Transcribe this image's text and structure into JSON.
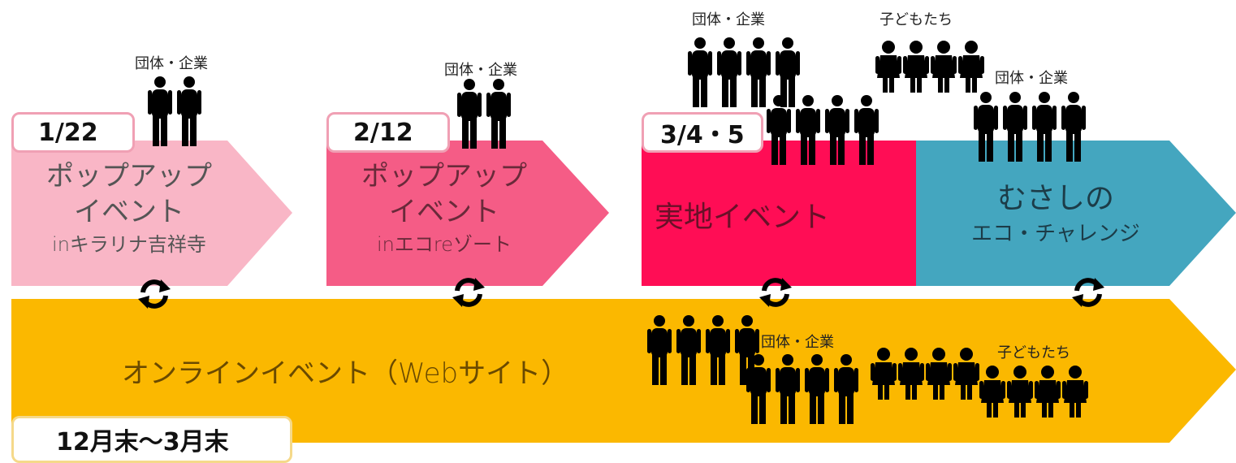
{
  "colors": {
    "popup1": "#f9b6c6",
    "popup2": "#f55c86",
    "realEvent": "#ff0d55",
    "ecoChallenge": "#44a6bf",
    "online": "#fbb800"
  },
  "events": {
    "popup1": {
      "date": "1/22",
      "line1": "ポップアップ",
      "line2": "イベント",
      "line3": "inキラリナ吉祥寺"
    },
    "popup2": {
      "date": "2/12",
      "line1": "ポップアップ",
      "line2": "イベント",
      "line3": "inエコreゾート"
    },
    "real": {
      "date": "3/4・5",
      "title": "実地イベント"
    },
    "eco": {
      "line1": "むさしの",
      "line2": "エコ・チャレンジ"
    },
    "online": {
      "title": "オンラインイベント（Webサイト）",
      "period": "12月末～3月末"
    }
  },
  "groups": {
    "corp": "団体・企業",
    "kids": "子どもたち"
  },
  "icons": {
    "cycle": "refresh-cycle-icon",
    "person": "person-icon",
    "child": "child-icon"
  }
}
